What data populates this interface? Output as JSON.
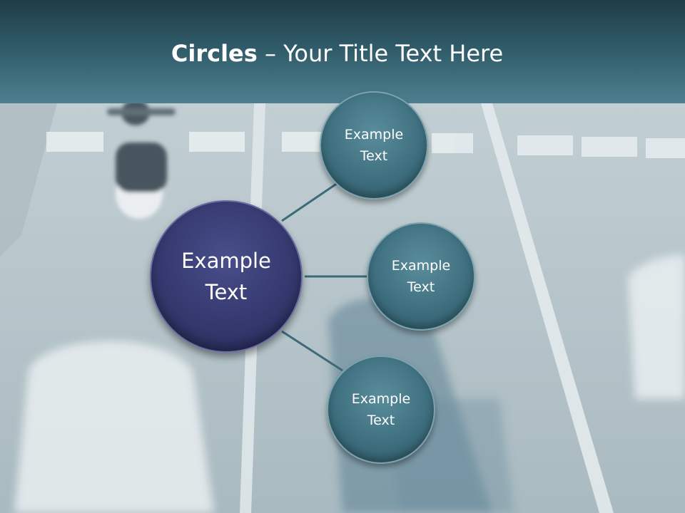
{
  "slide": {
    "title_bold": "Circles",
    "title_rest": " – Your Title Text Here"
  },
  "diagram": {
    "center": {
      "label": "Example\nText"
    },
    "nodes": [
      {
        "label": "Example\nText"
      },
      {
        "label": "Example\nText"
      },
      {
        "label": "Example\nText"
      }
    ]
  },
  "colors": {
    "header": "#2f5a68",
    "center_circle": "#35396f",
    "outer_circle": "#3f7080",
    "connector": "#3d6a78"
  }
}
